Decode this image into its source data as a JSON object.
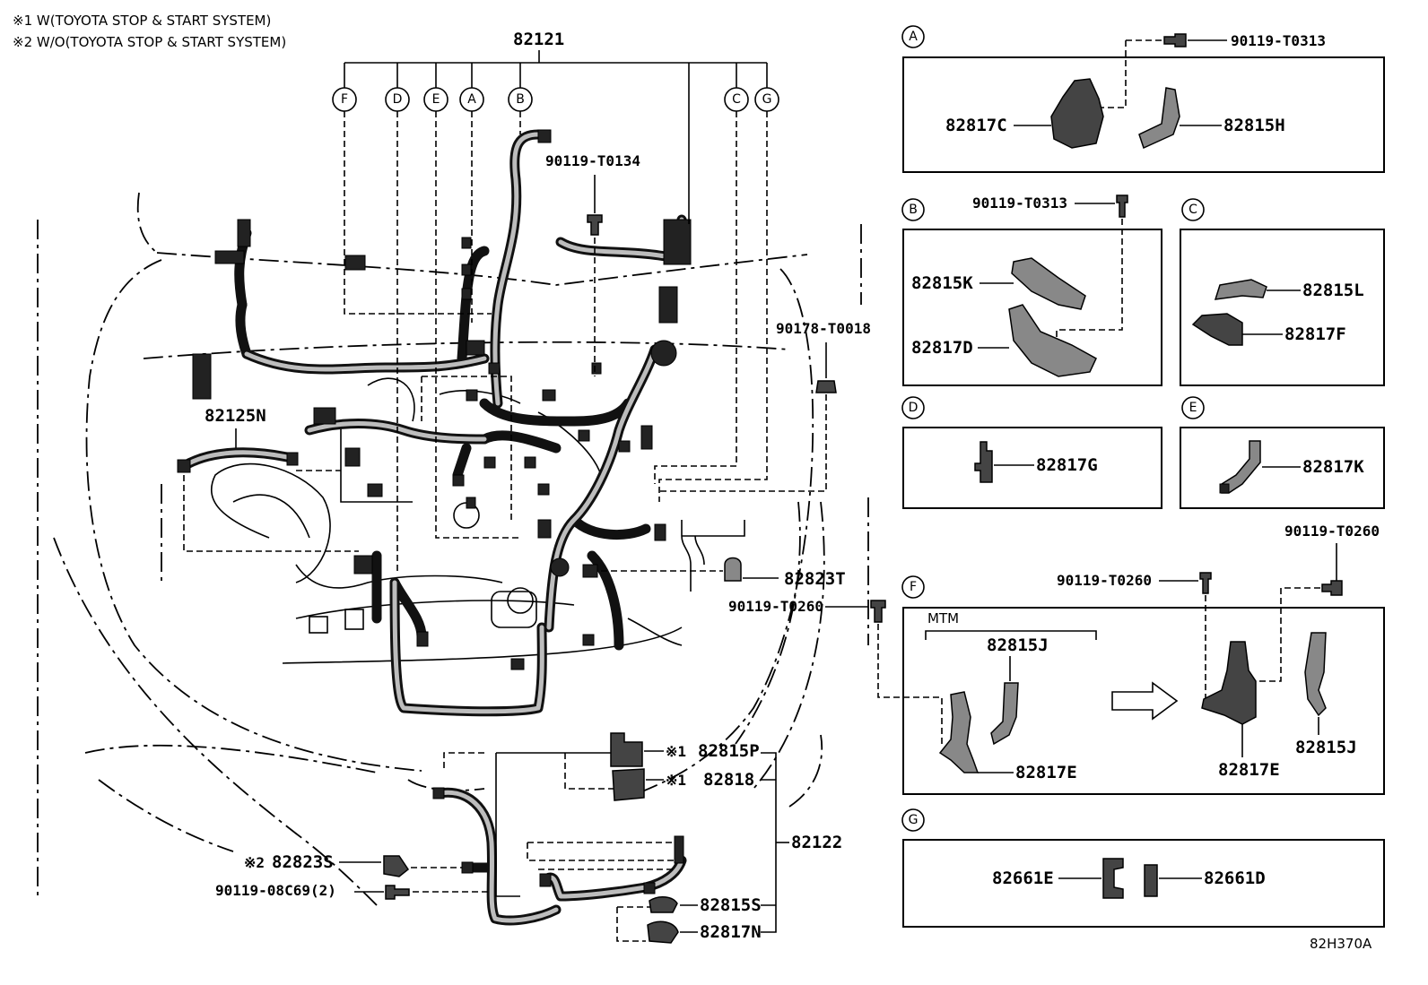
{
  "notes": {
    "note1": "※1 W(TOYOTA STOP & START SYSTEM)",
    "note2": "※2 W/O(TOYOTA STOP & START SYSTEM)"
  },
  "callouts": {
    "A": "A",
    "B": "B",
    "C": "C",
    "D": "D",
    "E": "E",
    "F": "F",
    "G": "G"
  },
  "main": {
    "p82121": "82121",
    "p90119_T0134": "90119-T0134",
    "p82125N": "82125N",
    "p90178_T0018": "90178-T0018",
    "p82823T": "82823T",
    "p90119_T0260": "90119-T0260",
    "mark1a": "※1",
    "p82815P": "82815P",
    "mark1b": "※1",
    "p82818": "82818",
    "p82122": "82122",
    "mark2": "※2",
    "p82823S": "82823S",
    "p90119_08C69": "90119-08C69(2)",
    "p82815S": "82815S",
    "p82817N": "82817N"
  },
  "panelA": {
    "bolt": "90119-T0313",
    "p82817C": "82817C",
    "p82815H": "82815H"
  },
  "panelB": {
    "bolt": "90119-T0313",
    "p82815K": "82815K",
    "p82817D": "82817D"
  },
  "panelC": {
    "p82815L": "82815L",
    "p82817F": "82817F"
  },
  "panelD": {
    "p82817G": "82817G"
  },
  "panelE": {
    "p82817K": "82817K"
  },
  "panelF": {
    "bolt_left": "90119-T0260",
    "bolt_right": "90119-T0260",
    "mtm": "MTM",
    "p82815J_left": "82815J",
    "p82817E_left": "82817E",
    "p82817E_right": "82817E",
    "p82815J_right": "82815J"
  },
  "panelG": {
    "p82661E": "82661E",
    "p82661D": "82661D"
  },
  "diagram_code": "82H370A"
}
